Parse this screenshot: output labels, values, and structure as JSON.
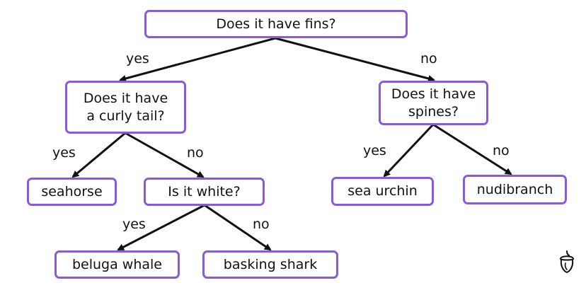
{
  "nodes": {
    "root": "Does it have fins?",
    "curly": "Does it have\na curly tail?",
    "spines": "Does it have\nspines?",
    "seahorse": "seahorse",
    "white": "Is it white?",
    "urchin": "sea urchin",
    "nudibranch": "nudibranch",
    "beluga": "beluga whale",
    "shark": "basking shark"
  },
  "edges": {
    "root_yes": "yes",
    "root_no": "no",
    "curly_yes": "yes",
    "curly_no": "no",
    "spines_yes": "yes",
    "spines_no": "no",
    "white_yes": "yes",
    "white_no": "no"
  },
  "colors": {
    "node_border": "#8a5ad8",
    "line": "#111111"
  },
  "icons": {
    "logo": "acorn-logo-icon"
  }
}
